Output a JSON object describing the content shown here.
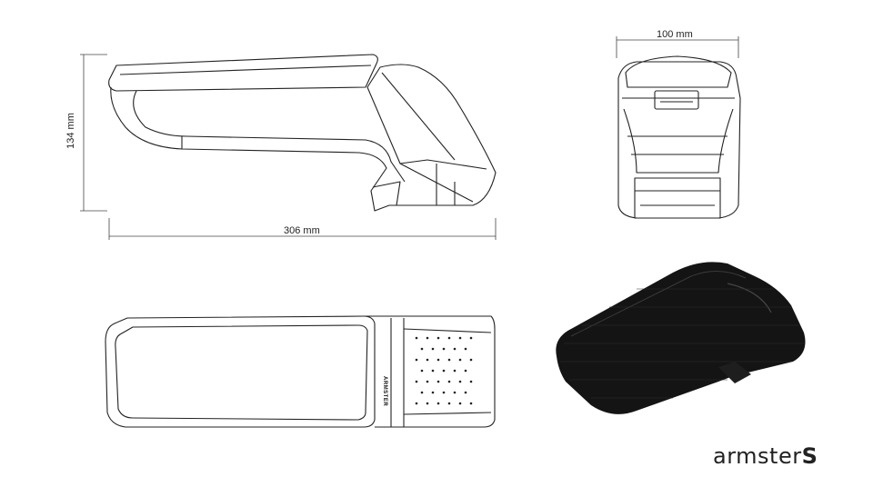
{
  "dimensions": {
    "length": "306 mm",
    "height": "134 mm",
    "width": "100 mm"
  },
  "brand": {
    "name_part": "armster",
    "suffix": "S"
  },
  "product_logo_text": "ARMSTER",
  "colors": {
    "line": "#222222",
    "product_body": "#141414",
    "background": "#ffffff"
  }
}
